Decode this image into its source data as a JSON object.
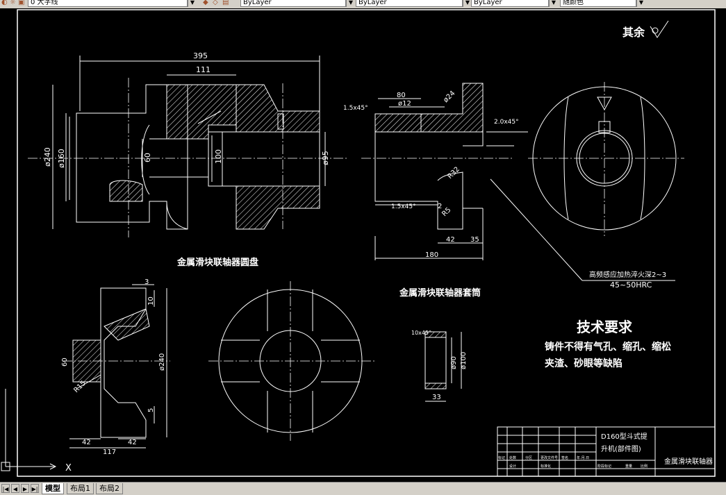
{
  "toolbar": {
    "layer_combo_text": "0 大字线",
    "linetype_combo_text": "ByLayer",
    "lineweight_combo_text": "ByLayer",
    "color_combo_text": "ByLayer",
    "plotstyle_combo_text": "随颜色"
  },
  "drawing": {
    "surface_finish_note": "其余",
    "disc_view": {
      "dim_overall_width": "395",
      "dim_hub_width": "111",
      "dim_diam_240": "ø240",
      "dim_diam_160": "ø160",
      "dim_diam_60": "60",
      "dim_diam_100": "100",
      "dim_diam_95": "ø95",
      "caption": "金属滑块联轴器圆盘"
    },
    "sleeve_view": {
      "dim_80": "80",
      "dim_d12": "ø12",
      "dim_d24": "ø24",
      "chamfer_top": "1.5x45°",
      "chamfer_2": "2.0x45°",
      "chamfer_bottom": "1.5x45°",
      "dim_2": "2",
      "dim_r32": "R32",
      "dim_r5": "R5",
      "dim_42": "42",
      "dim_35": "35",
      "dim_180": "180",
      "caption": "金属滑块联轴器套筒"
    },
    "callout": {
      "line1": "高频感应加热淬火深2~3",
      "line2": "45~50HRC"
    },
    "slider_view": {
      "dim_3": "3",
      "dim_10": "10",
      "dim_60": "60",
      "dim_r15": "R15",
      "dim_5": "5",
      "dim_240": "ø240",
      "dim_42_left": "42",
      "dim_42_right": "42",
      "dim_117": "117"
    },
    "ring_view": {
      "chamfer": "10x45°",
      "dim_d90": "ø90",
      "dim_d100": "ø100",
      "dim_33": "33"
    },
    "tech_requirements": {
      "title": "技术要求",
      "line1": "铸件不得有气孔、缩孔、缩松",
      "line2": "夹渣、砂眼等缺陷"
    },
    "title_block": {
      "project_line1": "D160型斗式提",
      "project_line2": "升机(部件图)",
      "part_name": "金属滑块联轴器",
      "cells": [
        "标记",
        "处数",
        "分区",
        "更改文件号",
        "签名",
        "年.月.日",
        "设计",
        "标准化",
        "阶段标记",
        "重量",
        "比例"
      ]
    },
    "ucs_x_label": "X"
  },
  "tabs": [
    {
      "label": "模型",
      "active": true
    },
    {
      "label": "布局1",
      "active": false
    },
    {
      "label": "布局2",
      "active": false
    }
  ],
  "nav_buttons": [
    "|◀",
    "◀",
    "▶",
    "▶|"
  ]
}
